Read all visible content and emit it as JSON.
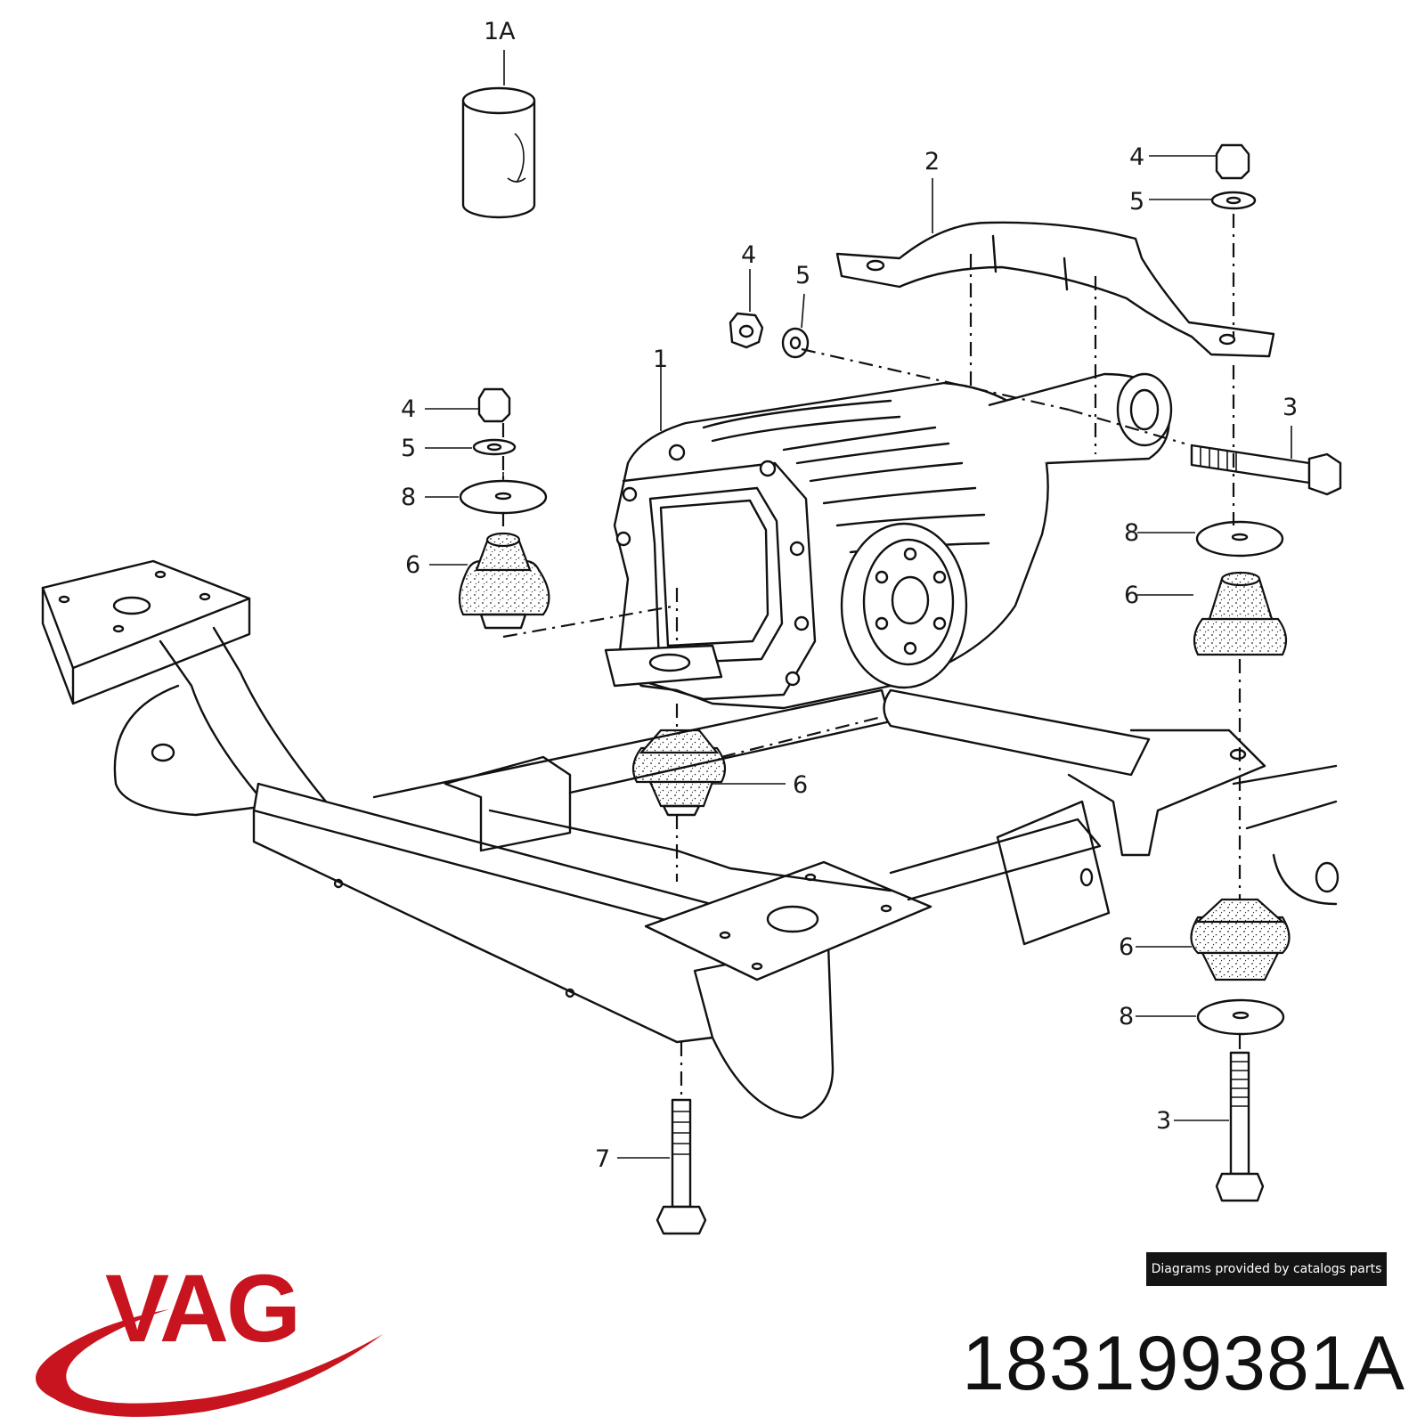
{
  "diagram": {
    "callouts": {
      "c1A": "1A",
      "c1": "1",
      "c2": "2",
      "c3_right": "3",
      "c3_bottom": "3",
      "c4_top_right": "4",
      "c4_center": "4",
      "c4_left": "4",
      "c5_top_right": "5",
      "c5_center": "5",
      "c5_left": "5",
      "c6_left": "6",
      "c6_center": "6",
      "c6_right_upper": "6",
      "c6_right_lower": "6",
      "c7": "7",
      "c8_left": "8",
      "c8_right_upper": "8",
      "c8_right_lower": "8"
    }
  },
  "credit": {
    "text": "Diagrams provided by catalogs parts"
  },
  "brand": {
    "logo_text": "VAG",
    "color": "#c8141e"
  },
  "part_number": "183199381A"
}
